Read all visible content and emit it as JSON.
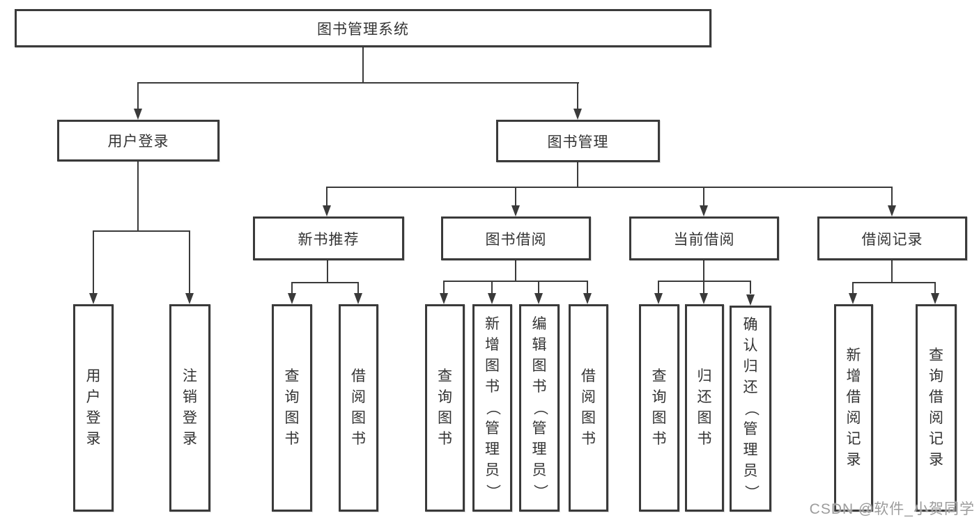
{
  "diagram_type": "hierarchy-tree",
  "colors": {
    "line": "#3a3a3a",
    "box_border": "#3a3a3a",
    "box_bg": "#ffffff",
    "text": "#333333",
    "watermark": "#9c9c9c"
  },
  "watermark": {
    "text": "CSDN @软件_小贺同学"
  },
  "tree": {
    "label": "图书管理系统",
    "children": [
      {
        "label": "用户登录",
        "children": [
          {
            "label": "用户登录"
          },
          {
            "label": "注销登录"
          }
        ]
      },
      {
        "label": "图书管理",
        "children": [
          {
            "label": "新书推荐",
            "children": [
              {
                "label": "查询图书"
              },
              {
                "label": "借阅图书"
              }
            ]
          },
          {
            "label": "图书借阅",
            "children": [
              {
                "label": "查询图书"
              },
              {
                "label": "新增图书（管理员）"
              },
              {
                "label": "编辑图书（管理员）"
              },
              {
                "label": "借阅图书"
              }
            ]
          },
          {
            "label": "当前借阅",
            "children": [
              {
                "label": "查询图书"
              },
              {
                "label": "归还图书"
              },
              {
                "label": "确认归还（管理员）"
              }
            ]
          },
          {
            "label": "借阅记录",
            "children": [
              {
                "label": "新增借阅记录"
              },
              {
                "label": "查询借阅记录"
              }
            ]
          }
        ]
      }
    ]
  }
}
